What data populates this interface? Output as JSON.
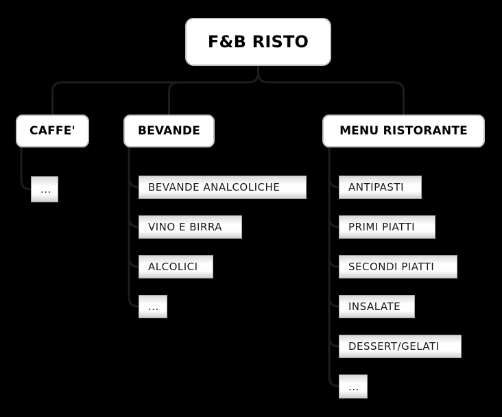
{
  "diagram": {
    "root": {
      "label": "F&B RISTO"
    },
    "branches": [
      {
        "label": "CAFFE'",
        "children": [
          "..."
        ]
      },
      {
        "label": "BEVANDE",
        "children": [
          "BEVANDE ANALCOLICHE",
          "VINO E BIRRA",
          "ALCOLICI",
          "..."
        ]
      },
      {
        "label": "MENU RISTORANTE",
        "children": [
          "ANTIPASTI",
          "PRIMI PIATTI",
          "SECONDI PIATTI",
          "INSALATE",
          "DESSERT/GELATI",
          "..."
        ]
      }
    ],
    "colors": {
      "background": "#000000",
      "node_fill": "#ffffff",
      "node_text": "#000000",
      "leaf_gradient_top": "#d9d9d9",
      "leaf_gradient_bottom": "#d0d0d0",
      "connector": "#1c1c24"
    }
  }
}
